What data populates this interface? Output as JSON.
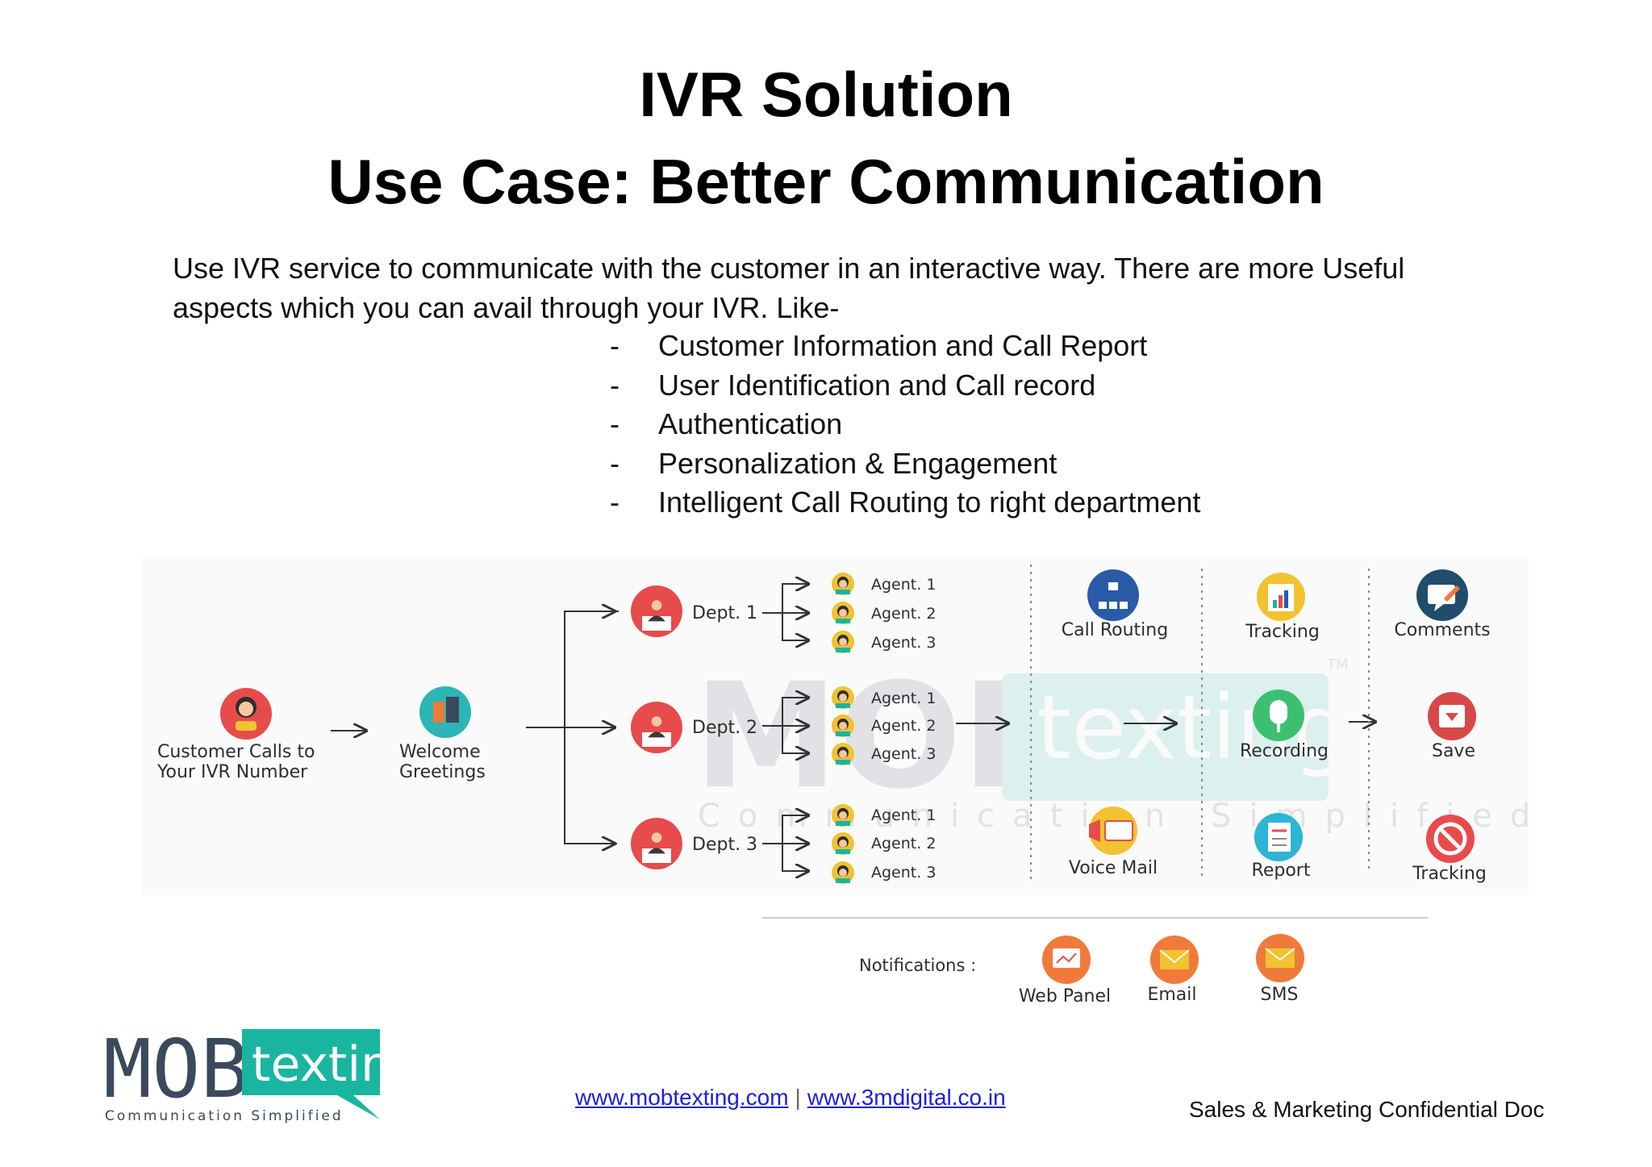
{
  "title_line1": "IVR Solution",
  "title_line2": "Use Case: Better Communication",
  "intro_line1": "Use IVR service to communicate with the customer in an interactive way. There are more Useful",
  "intro_line2": "aspects which you can avail through your IVR. Like-",
  "bullet_marker": "-",
  "bullets": [
    "Customer Information and Call Report",
    "User Identification and Call record",
    "Authentication",
    "Personalization & Engagement",
    "Intelligent Call Routing to right department"
  ],
  "diagram": {
    "customer_line1": "Customer Calls to",
    "customer_line2": "Your IVR Number",
    "welcome_line1": "Welcome",
    "welcome_line2": "Greetings",
    "departments": [
      "Dept. 1",
      "Dept. 2",
      "Dept. 3"
    ],
    "agents": [
      "Agent. 1",
      "Agent. 2",
      "Agent. 3"
    ],
    "features_col1": [
      "Call Routing",
      "",
      "Voice Mail"
    ],
    "features_col2": [
      "Tracking",
      "Recording",
      "Report"
    ],
    "features_col3": [
      "Comments",
      "Save",
      "Tracking"
    ],
    "notifications_label": "Notifications :",
    "notifications": [
      "Web Panel",
      "Email",
      "SMS"
    ],
    "watermark_brand_1": "MOB",
    "watermark_brand_2": "texting",
    "watermark_tagline": "Communication Simplified",
    "watermark_tm": "TM"
  },
  "logo": {
    "brand_left": "MOB",
    "brand_right": "texting",
    "tagline": "Communication Simplified"
  },
  "footer": {
    "link1": "www.mobtexting.com",
    "separator": "|",
    "link2": "www.3mdigital.co.in",
    "confidential": "Sales & Marketing Confidential Doc"
  },
  "colors": {
    "brand_dark": "#3a4a5c",
    "brand_teal": "#1ab5a0",
    "link": "#1d1de0",
    "icon_red": "#e84b4b",
    "icon_teal": "#2cb5b5",
    "icon_yellow": "#f2c230",
    "icon_orange": "#f07a3a"
  }
}
